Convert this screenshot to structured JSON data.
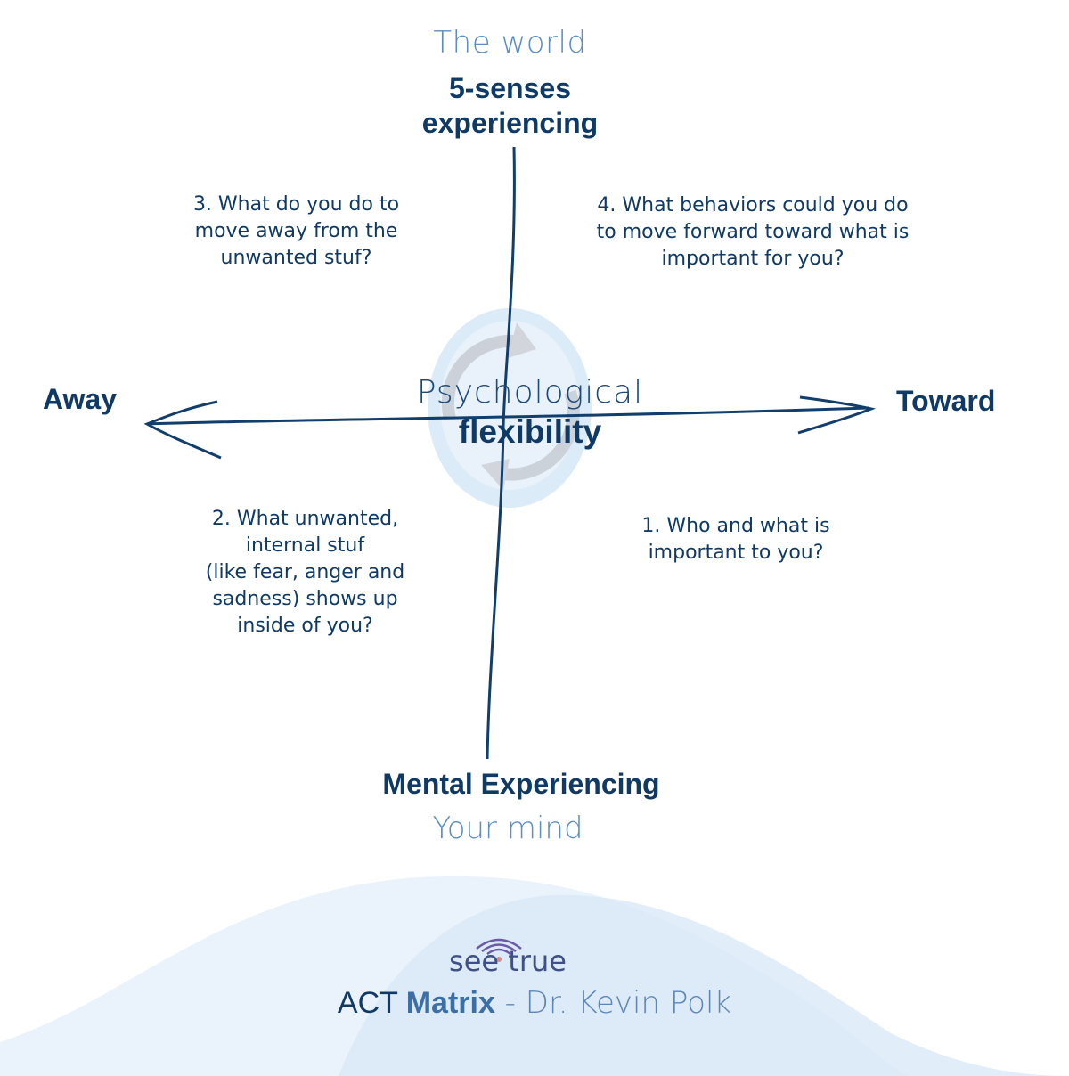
{
  "top": {
    "subtitle": "The world",
    "title_line1": "5-senses",
    "title_line2": "experiencing"
  },
  "bottom": {
    "title": "Mental Experiencing",
    "subtitle": "Your mind"
  },
  "left_label": "Away",
  "right_label": "Toward",
  "center": {
    "line1": "Psychological",
    "line2": "flexibility"
  },
  "quadrants": {
    "q3": [
      "3. What do you do to",
      "move away from the",
      "unwanted stuf?"
    ],
    "q4": [
      "4. What behaviors could you do",
      "to move forward toward what is",
      "important for you?"
    ],
    "q2": [
      "2. What unwanted,",
      "internal stuf",
      "(like fear, anger and",
      "sadness) shows up",
      "inside of you?"
    ],
    "q1": [
      "1. Who and what is",
      "important to you?"
    ]
  },
  "brand": {
    "name_left": "see",
    "name_right": "true"
  },
  "footer": {
    "part1": "ACT ",
    "part2": "Matrix",
    "part3": " - Dr. Kevin Polk"
  },
  "colors": {
    "navy": "#0f3a66",
    "light_blue": "#5b8ec4",
    "wave": "#e6f1fb",
    "accent": "#d98a8a"
  }
}
